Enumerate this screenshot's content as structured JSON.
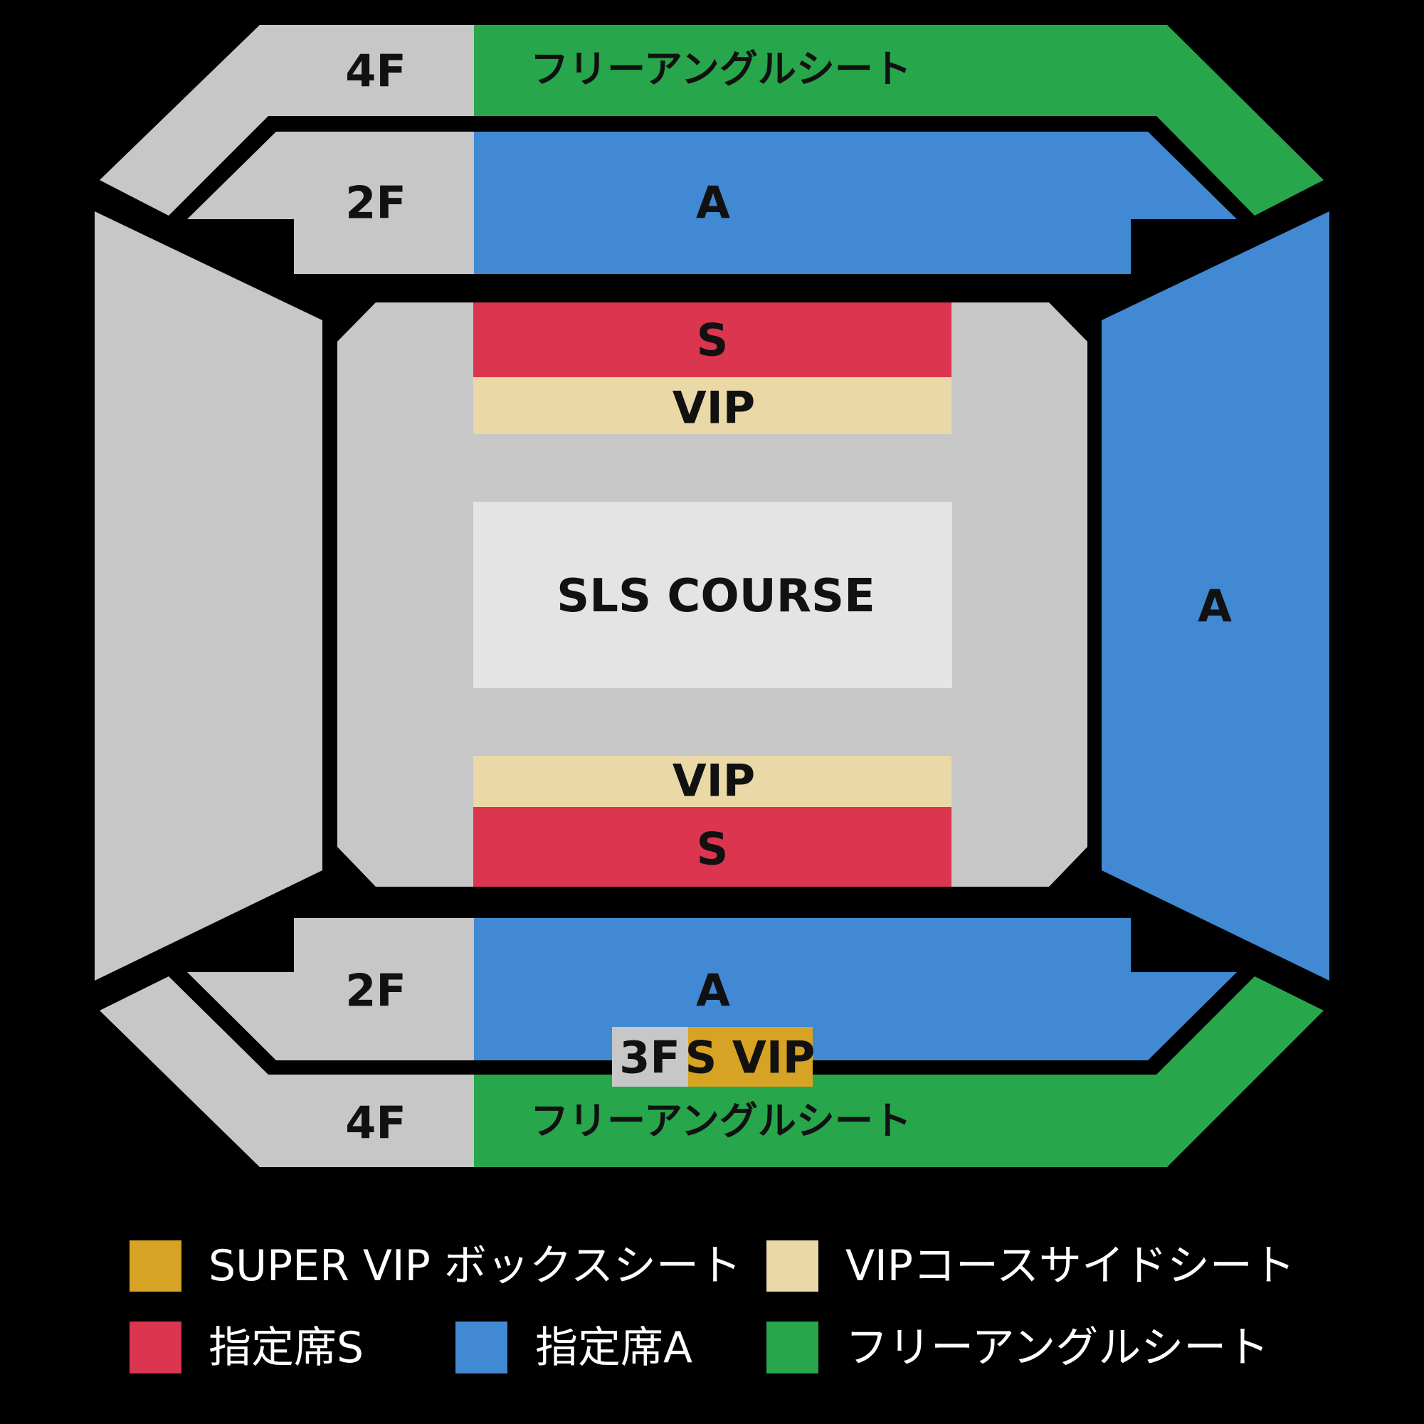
{
  "colors": {
    "background": "#000000",
    "gray": "#c7c7c7",
    "course": "#e4e4e4",
    "green": "#27a64c",
    "blue": "#4189d3",
    "red": "#dc3550",
    "beige": "#ead8a6",
    "gold": "#d7a324",
    "text": "#111111",
    "legend_text": "#ffffff"
  },
  "map": {
    "top_4f": {
      "floor": "4F",
      "zone": "フリーアングルシート"
    },
    "top_2f": {
      "floor": "2F",
      "zone": "A"
    },
    "right_block": {
      "zone": "A"
    },
    "center_top_s": "S",
    "center_top_vip": "VIP",
    "course": "SLS COURSE",
    "center_bottom_vip": "VIP",
    "center_bottom_s": "S",
    "bottom_2f": {
      "floor": "2F",
      "zone": "A"
    },
    "box_3f": {
      "floor": "3F",
      "zone": "S VIP"
    },
    "bottom_4f": {
      "floor": "4F",
      "zone": "フリーアングルシート"
    }
  },
  "legend": [
    {
      "label": "SUPER VIP ボックスシート",
      "color": "#d7a324"
    },
    {
      "label": "VIPコースサイドシート",
      "color": "#ead8a6"
    },
    {
      "label": "指定席S",
      "color": "#dc3550"
    },
    {
      "label": "指定席A",
      "color": "#4189d3"
    },
    {
      "label": "フリーアングルシート",
      "color": "#27a64c"
    }
  ]
}
